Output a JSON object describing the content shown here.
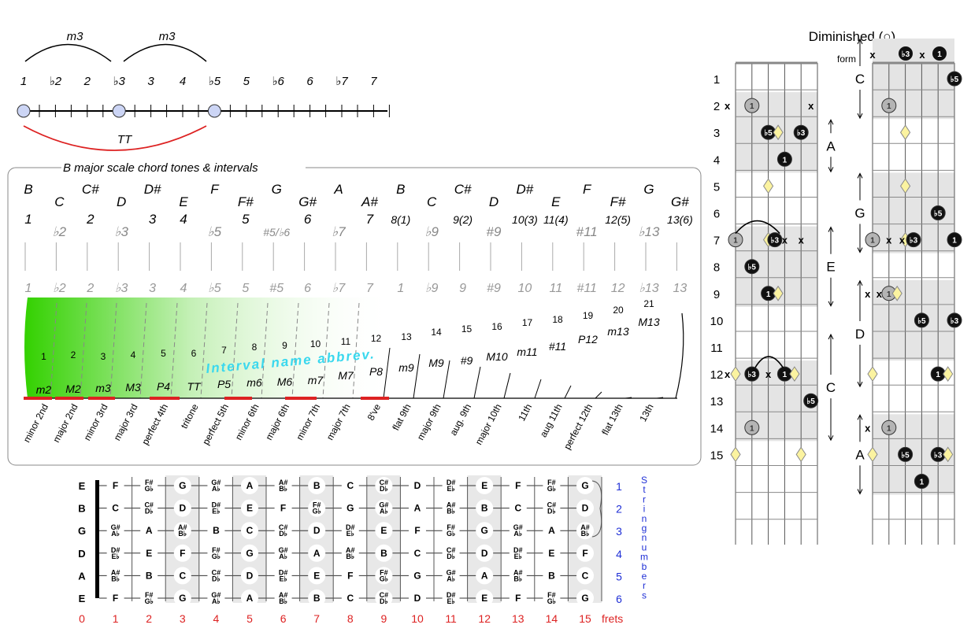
{
  "top_interval": {
    "notes": [
      "1",
      "♭2",
      "2",
      "♭3",
      "3",
      "4",
      "♭5",
      "5",
      "♭6",
      "6",
      "♭7",
      "7"
    ],
    "arcs": [
      "m3",
      "m3"
    ],
    "tritone": "TT"
  },
  "scale_panel": {
    "title": "B major scale chord tones & intervals",
    "note_names": [
      "B",
      "C",
      "C#",
      "D",
      "D#",
      "E",
      "F",
      "F#",
      "G",
      "G#",
      "A",
      "A#",
      "B",
      "C",
      "C#",
      "D",
      "D#",
      "E",
      "F",
      "F#",
      "G",
      "G#"
    ],
    "degrees_main": [
      {
        "t": "1",
        "dim": false
      },
      {
        "t": "♭2",
        "dim": true
      },
      {
        "t": "2",
        "dim": false
      },
      {
        "t": "♭3",
        "dim": true
      },
      {
        "t": "3",
        "dim": false
      },
      {
        "t": "4",
        "dim": false
      },
      {
        "t": "♭5",
        "dim": true
      },
      {
        "t": "5",
        "dim": false
      },
      {
        "t": "#5/♭6",
        "dim": true
      },
      {
        "t": "6",
        "dim": false
      },
      {
        "t": "♭7",
        "dim": true
      },
      {
        "t": "7",
        "dim": false
      },
      {
        "t": "8(1)",
        "dim": false
      },
      {
        "t": "♭9",
        "dim": true
      },
      {
        "t": "9(2)",
        "dim": false
      },
      {
        "t": "#9",
        "dim": true
      },
      {
        "t": "10(3)",
        "dim": false
      },
      {
        "t": "11(4)",
        "dim": false
      },
      {
        "t": "#11",
        "dim": true
      },
      {
        "t": "12(5)",
        "dim": false
      },
      {
        "t": "♭13",
        "dim": true
      },
      {
        "t": "13(6)",
        "dim": false
      }
    ],
    "degrees_row2": [
      "1",
      "♭2",
      "2",
      "♭3",
      "3",
      "4",
      "♭5",
      "5",
      "#5",
      "6",
      "♭7",
      "7",
      "1",
      "♭9",
      "9",
      "#9",
      "10",
      "11",
      "#11",
      "12",
      "♭13",
      "13"
    ],
    "semitones": [
      "1",
      "2",
      "3",
      "4",
      "5",
      "6",
      "7",
      "8",
      "9",
      "10",
      "11",
      "12",
      "13",
      "14",
      "15",
      "16",
      "17",
      "18",
      "19",
      "20",
      "21"
    ],
    "abbrevs": [
      "m2",
      "M2",
      "m3",
      "M3",
      "P4",
      "TT",
      "P5",
      "m6",
      "M6",
      "m7",
      "M7",
      "P8",
      "m9",
      "M9",
      "#9",
      "M10",
      "m11",
      "#11",
      "P12",
      "m13",
      "M13"
    ],
    "names": [
      "minor 2nd",
      "major 2nd",
      "minor 3rd",
      "major 3rd",
      "perfect 4th",
      "tritone",
      "perfect 5th",
      "minor 6th",
      "major 6th",
      "minor 7th",
      "major 7th",
      "8've",
      "flat 9th",
      "major 9th",
      "aug. 9th",
      "major 10th",
      "11th",
      "aug 11th",
      "perfect 12th",
      "flat 13th",
      "13th"
    ],
    "watermark": "Interval name abbrev."
  },
  "fretboard": {
    "open_strings": [
      "E",
      "B",
      "G",
      "D",
      "A",
      "E"
    ],
    "rows": [
      [
        "F",
        "F#/G♭",
        "G",
        "G#/A♭",
        "A",
        "A#/B♭",
        "B",
        "C",
        "C#/D♭",
        "D",
        "D#/E♭",
        "E",
        "F",
        "F#/G♭",
        "G"
      ],
      [
        "C",
        "C#/D♭",
        "D",
        "D#/E♭",
        "E",
        "F",
        "F#/G♭",
        "G",
        "G#/A♭",
        "A",
        "A#/B♭",
        "B",
        "C",
        "C#/D♭",
        "D"
      ],
      [
        "G#/A♭",
        "A",
        "A#/B♭",
        "B",
        "C",
        "C#/D♭",
        "D",
        "D#/E♭",
        "E",
        "F",
        "F#/G♭",
        "G",
        "G#/A♭",
        "A",
        "A#/B♭"
      ],
      [
        "D#/E♭",
        "E",
        "F",
        "F#/G♭",
        "G",
        "G#/A♭",
        "A",
        "A#/B♭",
        "B",
        "C",
        "C#/D♭",
        "D",
        "D#/E♭",
        "E",
        "F"
      ],
      [
        "A#/B♭",
        "B",
        "C",
        "C#/D♭",
        "D",
        "D#/E♭",
        "E",
        "F",
        "F#/G♭",
        "G",
        "G#/A♭",
        "A",
        "A#/B♭",
        "B",
        "C"
      ],
      [
        "F",
        "F#/G♭",
        "G",
        "G#/A♭",
        "A",
        "A#/B♭",
        "B",
        "C",
        "C#/D♭",
        "D",
        "D#/E♭",
        "E",
        "F",
        "F#/G♭",
        "G"
      ]
    ],
    "string_numbers": [
      "1",
      "2",
      "3",
      "4",
      "5",
      "6"
    ],
    "string_label": "String numbers",
    "fret_numbers": [
      "0",
      "1",
      "2",
      "3",
      "4",
      "5",
      "6",
      "7",
      "8",
      "9",
      "10",
      "11",
      "12",
      "13",
      "14",
      "15"
    ],
    "frets_label": "frets"
  },
  "diminished": {
    "title": "Diminished (○)",
    "form_label": "form",
    "fret_labels": [
      "1",
      "2",
      "3",
      "4",
      "5",
      "6",
      "7",
      "8",
      "9",
      "10",
      "11",
      "12",
      "13",
      "14",
      "15"
    ],
    "legend": [
      "x",
      "♭3",
      "x",
      "1"
    ],
    "left_forms": [
      {
        "label": "A",
        "from": 3,
        "to": 4
      },
      {
        "label": "E",
        "from": 7,
        "to": 9
      },
      {
        "label": "C",
        "from": 11,
        "to": 14
      }
    ],
    "right_forms": [
      {
        "label": "C",
        "from": 0,
        "to": 2
      },
      {
        "label": "G",
        "from": 5,
        "to": 7
      },
      {
        "label": "D",
        "from": 9,
        "to": 12
      },
      {
        "label": "A",
        "from": 14,
        "to": 16
      }
    ],
    "left_dots": [
      {
        "f": 2,
        "s": 1,
        "t": "1",
        "k": "gray"
      },
      {
        "f": 3,
        "s": 2,
        "t": "♭5",
        "k": "black"
      },
      {
        "f": 3,
        "s": 2.6,
        "t": "",
        "k": "diamond"
      },
      {
        "f": 3,
        "s": 4,
        "t": "♭3",
        "k": "black"
      },
      {
        "f": 4,
        "s": 3,
        "t": "1",
        "k": "black"
      },
      {
        "f": 5,
        "s": 2,
        "t": "",
        "k": "diamond"
      },
      {
        "f": 7,
        "s": 0,
        "t": "1",
        "k": "gray"
      },
      {
        "f": 7,
        "s": 2,
        "t": "",
        "k": "diamond"
      },
      {
        "f": 7,
        "s": 2.4,
        "t": "♭3",
        "k": "black"
      },
      {
        "f": 8,
        "s": 1,
        "t": "♭5",
        "k": "black"
      },
      {
        "f": 9,
        "s": 2,
        "t": "1",
        "k": "black"
      },
      {
        "f": 9,
        "s": 2.6,
        "t": "",
        "k": "diamond"
      },
      {
        "f": 12,
        "s": 0,
        "t": "",
        "k": "diamond"
      },
      {
        "f": 12,
        "s": 1,
        "t": "♭3",
        "k": "black"
      },
      {
        "f": 12,
        "s": 3,
        "t": "1",
        "k": "black"
      },
      {
        "f": 12,
        "s": 3.6,
        "t": "",
        "k": "diamond"
      },
      {
        "f": 13,
        "s": 4.6,
        "t": "♭5",
        "k": "black"
      },
      {
        "f": 14,
        "s": 1,
        "t": "1",
        "k": "gray"
      },
      {
        "f": 15,
        "s": 0,
        "t": "",
        "k": "diamond"
      },
      {
        "f": 15,
        "s": 4,
        "t": "",
        "k": "diamond"
      }
    ],
    "left_x": [
      {
        "f": 2,
        "s": -0.5
      },
      {
        "f": 2,
        "s": 4.6
      },
      {
        "f": 7,
        "s": 3
      },
      {
        "f": 7,
        "s": 4
      },
      {
        "f": 12,
        "s": -0.5
      },
      {
        "f": 12,
        "s": 2
      }
    ],
    "right_dots": [
      {
        "f": 1,
        "s": 5,
        "t": "♭5",
        "k": "black"
      },
      {
        "f": 2,
        "s": 1,
        "t": "1",
        "k": "gray"
      },
      {
        "f": 3,
        "s": 2,
        "t": "",
        "k": "diamond"
      },
      {
        "f": 5,
        "s": 2,
        "t": "",
        "k": "diamond"
      },
      {
        "f": 6,
        "s": 4,
        "t": "♭5",
        "k": "black"
      },
      {
        "f": 7,
        "s": 0,
        "t": "1",
        "k": "gray"
      },
      {
        "f": 7,
        "s": 2,
        "t": "",
        "k": "diamond"
      },
      {
        "f": 7,
        "s": 2.5,
        "t": "♭3",
        "k": "black"
      },
      {
        "f": 7,
        "s": 5,
        "t": "1",
        "k": "black"
      },
      {
        "f": 9,
        "s": 1,
        "t": "1",
        "k": "gray"
      },
      {
        "f": 9,
        "s": 1.5,
        "t": "",
        "k": "diamond"
      },
      {
        "f": 10,
        "s": 3,
        "t": "♭5",
        "k": "black"
      },
      {
        "f": 10,
        "s": 5,
        "t": "♭3",
        "k": "black"
      },
      {
        "f": 12,
        "s": 0,
        "t": "",
        "k": "diamond"
      },
      {
        "f": 12,
        "s": 4,
        "t": "1",
        "k": "black"
      },
      {
        "f": 12,
        "s": 4.6,
        "t": "",
        "k": "diamond"
      },
      {
        "f": 14,
        "s": 1,
        "t": "1",
        "k": "gray"
      },
      {
        "f": 15,
        "s": 0,
        "t": "",
        "k": "diamond"
      },
      {
        "f": 15,
        "s": 2,
        "t": "♭5",
        "k": "black"
      },
      {
        "f": 15,
        "s": 4,
        "t": "♭3",
        "k": "black"
      },
      {
        "f": 15,
        "s": 4.6,
        "t": "",
        "k": "diamond"
      },
      {
        "f": 16,
        "s": 3,
        "t": "1",
        "k": "black"
      }
    ],
    "right_x": [
      {
        "f": 7,
        "s": 1
      },
      {
        "f": 7,
        "s": 1.8
      },
      {
        "f": 9,
        "s": -0.3
      },
      {
        "f": 9,
        "s": 0.4
      },
      {
        "f": 14,
        "s": -0.3
      }
    ],
    "colors": {
      "shade": "#e4e4e4",
      "black": "#111111",
      "gray": "#b4b4b4",
      "diamond": "#fbf3a0",
      "red": "#dd2222",
      "blue": "#1f2fd6"
    }
  }
}
